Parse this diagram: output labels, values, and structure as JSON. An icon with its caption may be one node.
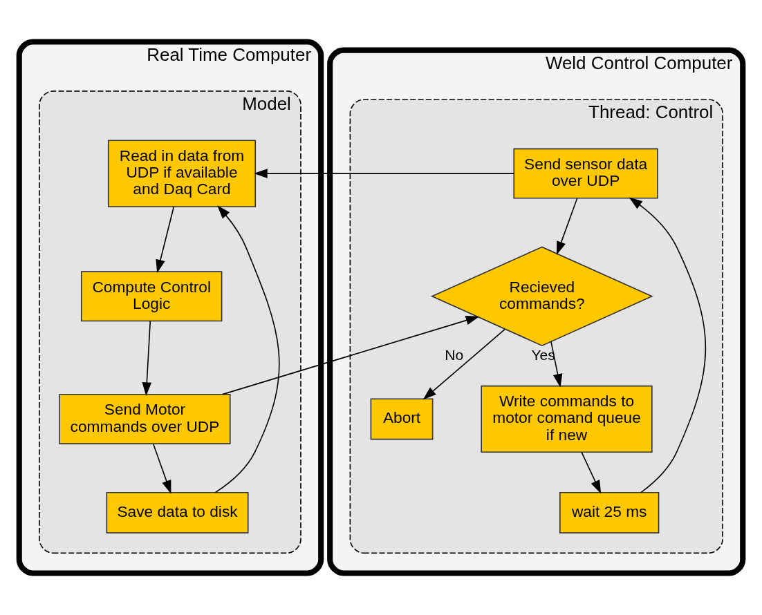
{
  "diagram": {
    "nodes": [
      {
        "text": [
          "Real Time Computer"
        ]
      },
      {
        "text": [
          "Model"
        ],
        "in": 0
      },
      {
        "text": [
          "Read in data from UDP if available and Daq Card"
        ],
        "in": 1
      },
      {
        "text": [
          "Compute Control Logic"
        ],
        "in": 1
      },
      {
        "text": [
          "Send Motor commands over UDP"
        ],
        "in": 1
      },
      {
        "text": [
          "Save data to disk"
        ],
        "in": 1
      },
      {
        "text": [
          "Weld Control Computer"
        ]
      },
      {
        "text": [
          "Thread: Control"
        ],
        "in": 6
      },
      {
        "text": [
          "Send sensor data over UDP"
        ],
        "in": 7
      },
      {
        "text": [
          "Abort"
        ],
        "in": 7
      },
      {
        "text": [
          "Recieved commands?"
        ],
        "in": 7
      },
      {
        "text": [
          "Write commands to motor comand queue if new"
        ],
        "in": 7
      },
      {
        "text": [
          "wait 25 ms"
        ],
        "in": 7
      }
    ],
    "edges": [
      {
        "from": 2,
        "to": 3,
        "arrow": "to"
      },
      {
        "from": 3,
        "to": 4,
        "arrow": "to"
      },
      {
        "from": 4,
        "to": 5,
        "arrow": "to"
      },
      {
        "from": 5,
        "to": 2,
        "arrow": "to"
      },
      {
        "from": 8,
        "to": 2,
        "arrow": "to"
      },
      {
        "from": 4,
        "to": 10,
        "arrow": "to"
      },
      {
        "from": 8,
        "to": 10,
        "arrow": "to"
      },
      {
        "from": 10,
        "to": 9,
        "arrow": "to",
        "label": "No"
      },
      {
        "from": 10,
        "to": 11,
        "arrow": "to",
        "label": "Yes"
      },
      {
        "from": 11,
        "to": 12,
        "arrow": "to"
      },
      {
        "from": 12,
        "to": 8,
        "arrow": "to"
      }
    ]
  }
}
